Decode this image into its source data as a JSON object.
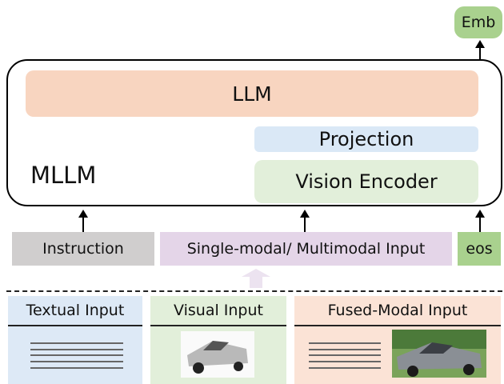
{
  "output": {
    "label": "Emb"
  },
  "mllm": {
    "label": "MLLM",
    "llm": "LLM",
    "projection": "Projection",
    "vision_encoder": "Vision Encoder"
  },
  "inputs": {
    "instruction": "Instruction",
    "multimodal": "Single-modal/ Multimodal Input",
    "eos": "eos"
  },
  "panels": [
    {
      "title": "Textual Input"
    },
    {
      "title": "Visual Input"
    },
    {
      "title": "Fused-Modal Input"
    }
  ],
  "colors": {
    "green": "#a9d18e",
    "llm": "#f8d5c0",
    "projection": "#dae8f6",
    "encoder": "#e2efda",
    "instruction": "#d0cece",
    "multimodal": "#e4d5e8"
  }
}
